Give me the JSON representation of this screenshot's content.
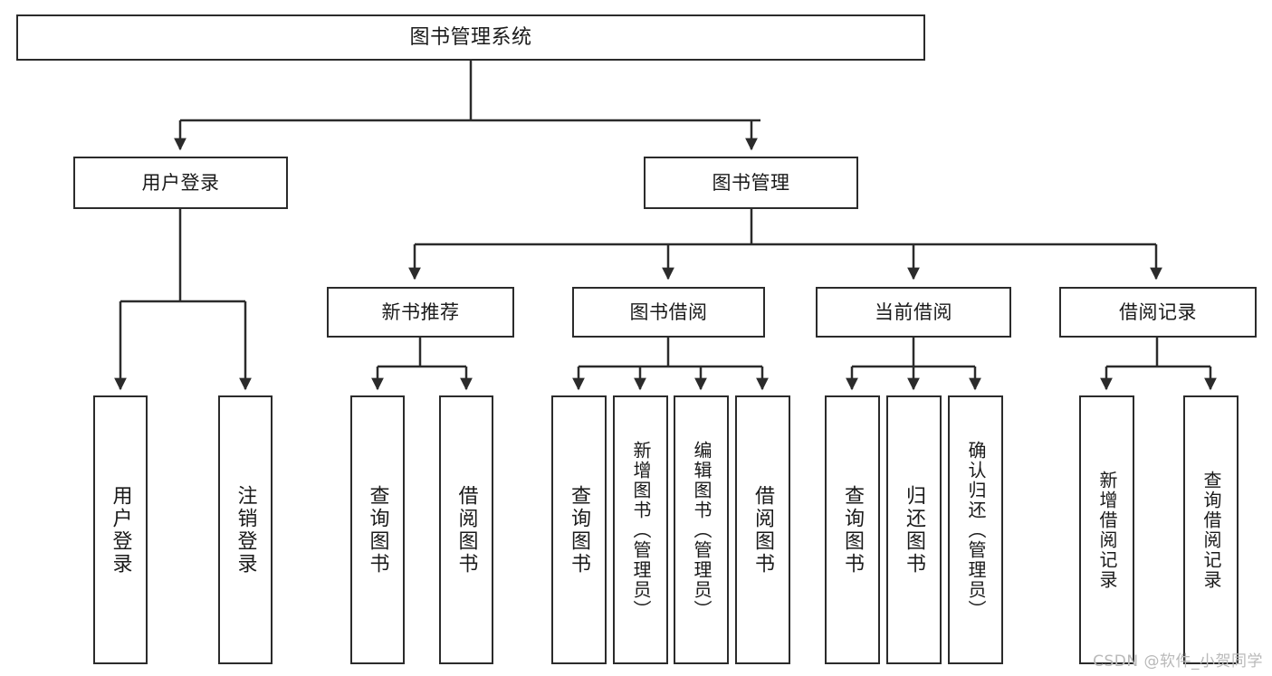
{
  "diagram": {
    "type": "tree-hierarchy",
    "title": "图书管理系统",
    "root": {
      "label": "图书管理系统"
    },
    "level2": [
      {
        "label": "用户登录"
      },
      {
        "label": "图书管理"
      }
    ],
    "level3": [
      {
        "label": "新书推荐",
        "parent": "图书管理"
      },
      {
        "label": "图书借阅",
        "parent": "图书管理"
      },
      {
        "label": "当前借阅",
        "parent": "图书管理"
      },
      {
        "label": "借阅记录",
        "parent": "图书管理"
      }
    ],
    "leaves": {
      "user_login": [
        {
          "label": "用户登录"
        },
        {
          "label": "注销登录"
        }
      ],
      "new_book_recommend": [
        {
          "label": "查询图书"
        },
        {
          "label": "借阅图书"
        }
      ],
      "book_borrow": [
        {
          "label": "查询图书"
        },
        {
          "label": "新增图书（管理员）"
        },
        {
          "label": "编辑图书（管理员）"
        },
        {
          "label": "借阅图书"
        }
      ],
      "current_borrow": [
        {
          "label": "查询图书"
        },
        {
          "label": "归还图书"
        },
        {
          "label": "确认归还（管理员）"
        }
      ],
      "borrow_record": [
        {
          "label": "新增借阅记录"
        },
        {
          "label": "查询借阅记录"
        }
      ]
    }
  },
  "watermark": {
    "text": "CSDN @软件_小贺同学"
  },
  "colors": {
    "stroke": "#2b2b2b",
    "background": "#ffffff",
    "text": "#1a1a1a",
    "watermark": "#b9b9b9"
  }
}
